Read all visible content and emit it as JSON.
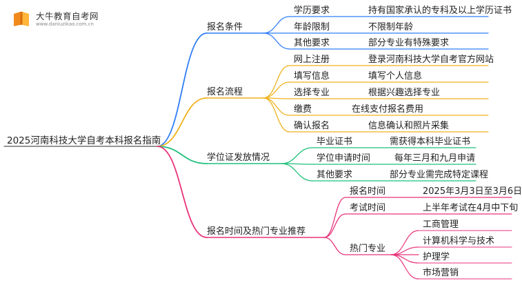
{
  "logo": {
    "name": "大牛教育自考网",
    "url": "www.daniuzikao.com.cn"
  },
  "root": "2025河南科技大学自考本科报名指南",
  "branches": [
    {
      "label": "报名条件",
      "color": "#2f7df6",
      "children": [
        {
          "label": "学历要求",
          "leaf": "持有国家承认的专科及以上学历证书"
        },
        {
          "label": "年龄限制",
          "leaf": "不限制年龄"
        },
        {
          "label": "其他要求",
          "leaf": "部分专业有特殊要求"
        }
      ]
    },
    {
      "label": "报名流程",
      "color": "#f0b21d",
      "children": [
        {
          "label": "网上注册",
          "leaf": "登录河南科技大学自考官方网站"
        },
        {
          "label": "填写信息",
          "leaf": "填写个人信息"
        },
        {
          "label": "选择专业",
          "leaf": "根据兴趣选择专业"
        },
        {
          "label": "缴费",
          "leaf": "在线支付报名费用"
        },
        {
          "label": "确认报名",
          "leaf": "信息确认和照片采集"
        }
      ]
    },
    {
      "label": "学位证发放情况",
      "color": "#1fbf7a",
      "children": [
        {
          "label": "毕业证书",
          "leaf": "需获得本科毕业证书"
        },
        {
          "label": "学位申请时间",
          "leaf": "每年三月和九月申请"
        },
        {
          "label": "其他要求",
          "leaf": "部分专业需完成特定课程"
        }
      ]
    },
    {
      "label": "报名时间及热门专业推荐",
      "color": "#e8327a",
      "children": [
        {
          "label": "报名时间",
          "leaf": "2025年3月3日至3月6日"
        },
        {
          "label": "考试时间",
          "leaf": "上半年考试在4月中下旬"
        },
        {
          "label": "热门专业",
          "leaves": [
            "工商管理",
            "计算机科学与技术",
            "护理学",
            "市场营销"
          ]
        }
      ]
    }
  ]
}
